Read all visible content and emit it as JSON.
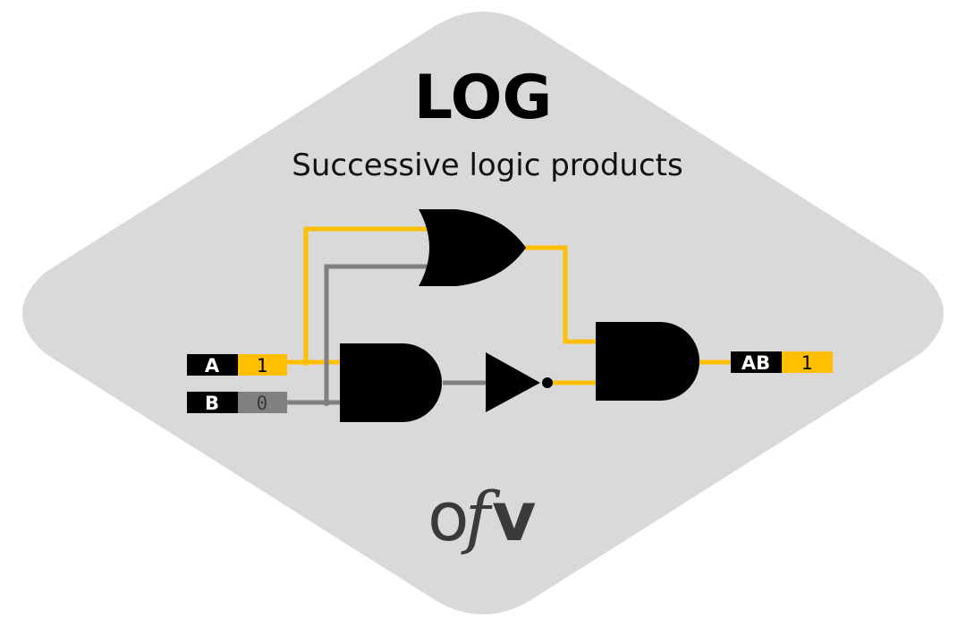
{
  "header": {
    "title": "LOG",
    "subtitle": "Successive logic products"
  },
  "inputs": [
    {
      "label": "A",
      "value": "1"
    },
    {
      "label": "B",
      "value": "0"
    }
  ],
  "output": {
    "label": "AB",
    "value": "1"
  },
  "logo": {
    "o": "o",
    "f": "f",
    "v": "v"
  },
  "colors": {
    "badge_background": "#d9d9d9",
    "wire_high": "#ffbf00",
    "wire_low": "#808080",
    "gate_fill": "#000000",
    "logo_text": "#3a3a3a"
  }
}
